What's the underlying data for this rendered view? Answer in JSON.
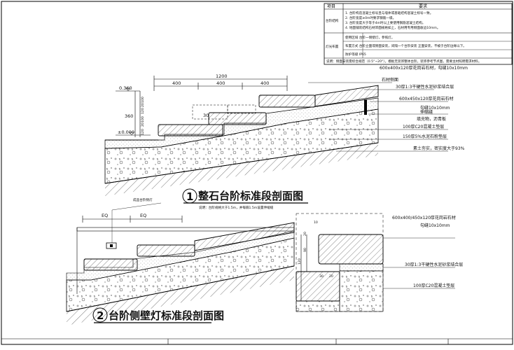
{
  "req_table": {
    "header_item": "项目",
    "header_req": "要求",
    "rows": [
      {
        "item": "台阶结构",
        "lines": [
          "1. 台阶构造混凝土标号且与墙体或基础结构混凝土标号一致。",
          "2. 台阶宽度≥0m时要求钢筋一级。",
          "3. 台阶宽度大于等于4m时以上要使用钢筋混凝土结构。",
          "4. 地面铺装结构石材饰面规格如上，石材用专用侧面收边10mm。"
        ]
      },
      {
        "item": "灯光布置",
        "lines": [
          "使用区域  台阶一侧壁灯，参照灯。",
          "布置方式  台阶立面或侧面安装，间隔一个台阶安装  正面安装，不被于台阶边缘以下。",
          "防护等级  IP65"
        ]
      }
    ],
    "note": "说明：侧面安装需综合规范（0.5°~20°）。模板无装饰整体台阶，装饰参考节点图，需要主材照明需求材料。"
  },
  "detail1": {
    "top_note": "600x400x120厚花岗岩石材，勾缝10x10mm",
    "dim_total": "1200",
    "dim_a": "400",
    "dim_b": "400",
    "dim_c": "400",
    "level_top": "0.360",
    "level_zero": "±0.000",
    "dim_v_total": "360",
    "dim_v_parts": [
      "100",
      "20",
      "120",
      "100",
      "20",
      "120"
    ],
    "dim_30": "30",
    "callouts": [
      "石材侧面",
      "30厚1:3干硬性水泥砂浆结合层",
      "600x450x120厚花岗岩石材",
      "勾缝10x10mm",
      "伸缩缝",
      "填充物，沥青板",
      "100厚C20混凝土垫层",
      "150厚5%水泥石粉垫层",
      "素土夯实，密实度大于93%"
    ],
    "title_num": "1",
    "title": "整石台阶标准段剖面图",
    "subnote": "说明：台阶规格大于1.5m，并每隔1.5m设置伸缩缝"
  },
  "detail2": {
    "lamp_label": "成品台阶侧灯",
    "eq1": "EQ",
    "eq2": "EQ",
    "title_num": "2",
    "title": "台阶侧壁灯标准段剖面图"
  },
  "detail3": {
    "callout_stone": "600x400/450x120厚花岗岩石材",
    "callout_joint": "勾缝10x10mm",
    "callout_mortar": "30厚1:3干硬性水泥砂浆结合层",
    "callout_concrete": "100厚C20混凝土垫层",
    "dim_10": "10",
    "dim_90": "90",
    "dim_20": "20",
    "dim_120": "120",
    "dim_30": "30",
    "dim_20b": "20"
  }
}
